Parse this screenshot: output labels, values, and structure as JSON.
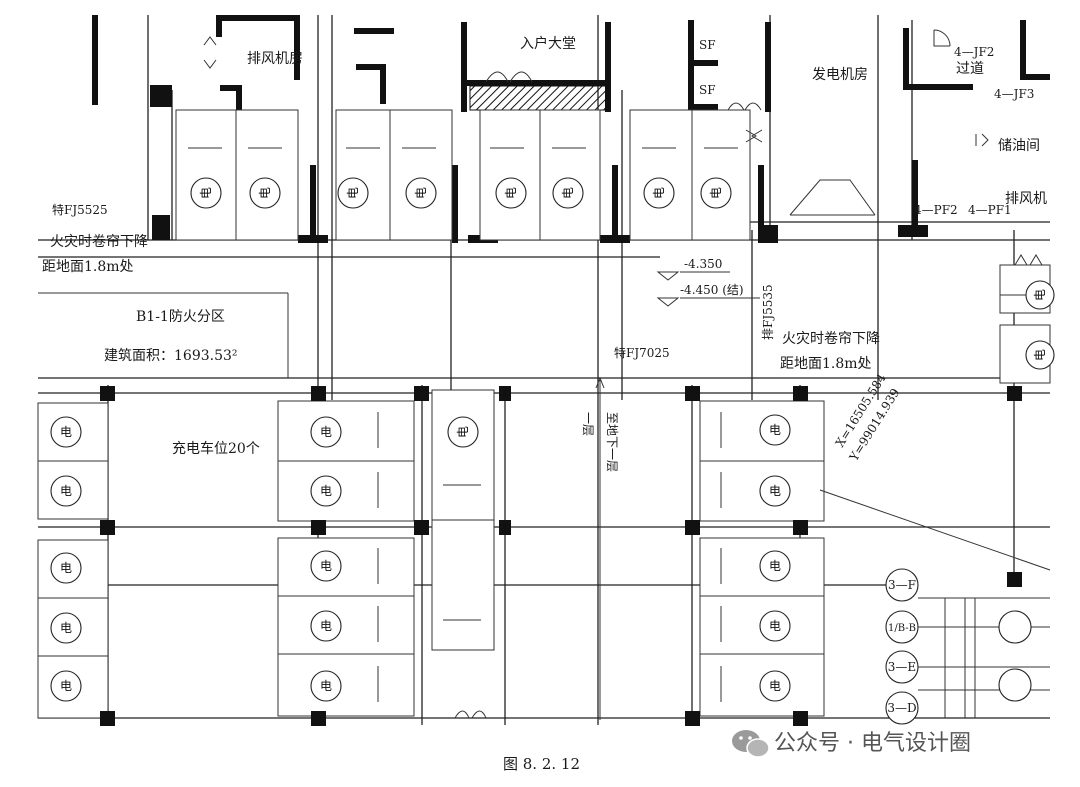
{
  "rooms": {
    "exhaust_room": "排风机房",
    "entrance_hall": "入户大堂",
    "generator_room": "发电机房",
    "corridor": "过道",
    "oil_room": "储油间",
    "exhaust_room_right": "排风机",
    "sf1": "SF",
    "sf2": "SF"
  },
  "labels": {
    "jf2": "4—JF2",
    "jf3": "4—JF3",
    "pf2": "4—PF2",
    "pf1": "4—PF1",
    "fj5525": "特FJ5525",
    "shutter_left_1": "火灾时卷帘下降",
    "shutter_left_2": "距地面1.8m处",
    "elev_1": "-4.350",
    "elev_2": "-4.450 (结)",
    "pfj5535": "排FJ5535",
    "shutter_right_1": "火灾时卷帘下降",
    "shutter_right_2": "距地面1.8m处",
    "fj7025": "特FJ7025",
    "zone_name": "B1-1防火分区",
    "zone_area": "建筑面积：1693.53²",
    "charging": "充电车位20个",
    "stair_1": "一层",
    "stair_2": "至地下一层",
    "coord_x": "X=16505.584",
    "coord_y": "Y=99014.939",
    "axis_3f": "3—F",
    "axis_1b": "1/B-B",
    "axis_3e": "3—E",
    "axis_3d": "3—D"
  },
  "charger_symbol": "电",
  "caption": "图 8. 2. 12",
  "watermark": "公众号 · 电气设计圈"
}
